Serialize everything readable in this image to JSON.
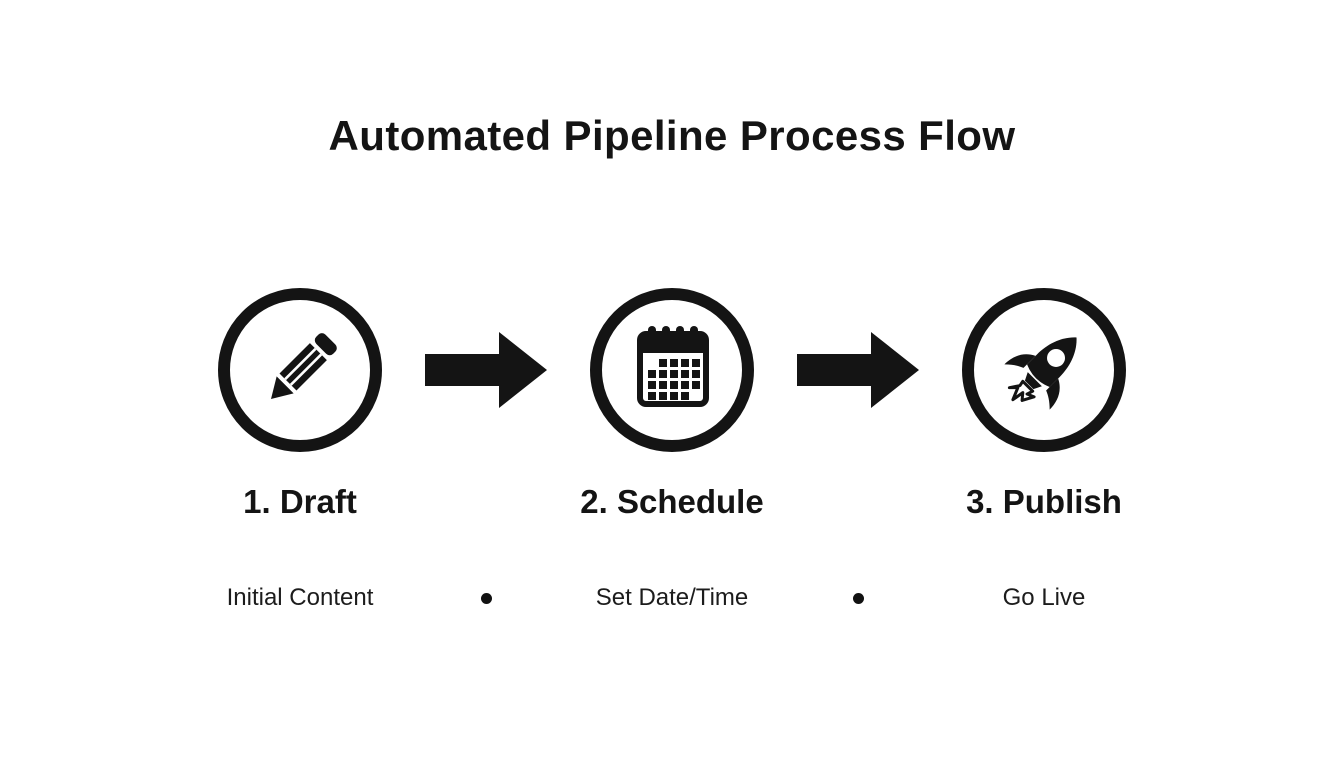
{
  "title": "Automated Pipeline Process Flow",
  "colors": {
    "ink": "#141414",
    "background": "#ffffff"
  },
  "steps": [
    {
      "id": "draft",
      "icon": "pencil-icon",
      "label": "1. Draft",
      "sublabel": "Initial Content"
    },
    {
      "id": "schedule",
      "icon": "calendar-icon",
      "label": "2. Schedule",
      "sublabel": "Set Date/Time"
    },
    {
      "id": "publish",
      "icon": "rocket-icon",
      "label": "3. Publish",
      "sublabel": "Go Live"
    }
  ]
}
